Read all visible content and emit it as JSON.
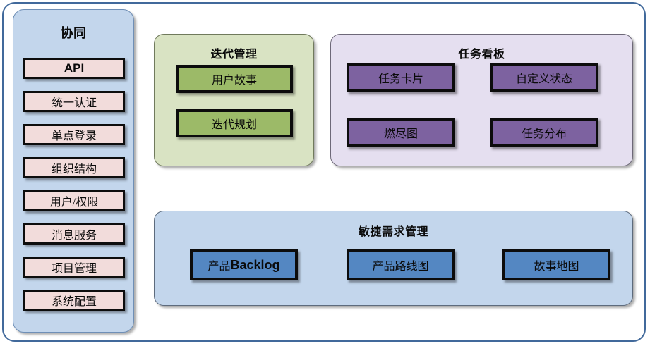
{
  "frame": {
    "border_color": "#41699b"
  },
  "sidebar": {
    "title": "协同",
    "bg_color": "#c3d6ec",
    "item_color": "#f2dcdb",
    "items": [
      {
        "label": "API",
        "emphasis": "bold"
      },
      {
        "label": "统一认证",
        "emphasis": "normal"
      },
      {
        "label": "单点登录",
        "emphasis": "normal"
      },
      {
        "label": "组织结构",
        "emphasis": "normal"
      },
      {
        "label": "用户/权限",
        "emphasis": "normal"
      },
      {
        "label": "消息服务",
        "emphasis": "normal"
      },
      {
        "label": "项目管理",
        "emphasis": "normal"
      },
      {
        "label": "系统配置",
        "emphasis": "normal"
      }
    ]
  },
  "panels": {
    "iteration": {
      "title": "迭代管理",
      "bg_color": "#d9e3c3",
      "item_color": "#9cba68",
      "items": [
        {
          "label": "用户故事"
        },
        {
          "label": "迭代规划"
        }
      ]
    },
    "board": {
      "title": "任务看板",
      "bg_color": "#e5dff0",
      "item_color": "#7d62a0",
      "items": [
        {
          "label": "任务卡片"
        },
        {
          "label": "自定义状态"
        },
        {
          "label": "燃尽图"
        },
        {
          "label": "任务分布"
        }
      ]
    },
    "agile": {
      "title": "敏捷需求管理",
      "bg_color": "#c3d6ec",
      "item_color": "#5487c2",
      "items": [
        {
          "label": "产品Backlog",
          "prefix": "产品",
          "suffix": "Backlog"
        },
        {
          "label": "产品路线图"
        },
        {
          "label": "故事地图"
        }
      ]
    }
  }
}
